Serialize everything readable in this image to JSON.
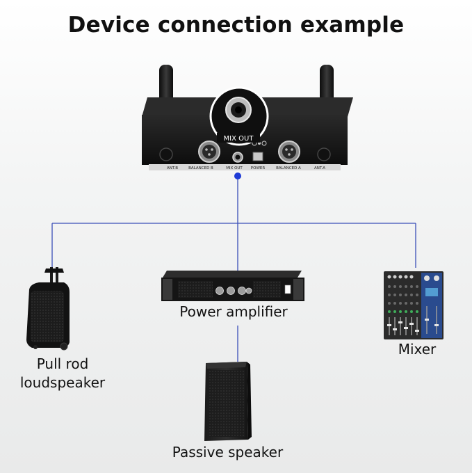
{
  "title": "Device connection example",
  "receiver": {
    "callout_label": "MIX OUT",
    "panel_labels": [
      "ANT.B",
      "BALANCED B",
      "MIX OUT",
      "POWER",
      "BALANCED A",
      "ANT.A"
    ]
  },
  "devices": {
    "power_amplifier": "Power amplifier",
    "mixer": "Mixer",
    "pull_rod_line1": "Pull rod",
    "pull_rod_line2": "loudspeaker",
    "passive_speaker": "Passive speaker"
  },
  "colors": {
    "line": "#3b4fb8",
    "connector_dot": "#1f3bd6",
    "device_black": "#151515",
    "mixer_blue": "#2a4b8e"
  }
}
